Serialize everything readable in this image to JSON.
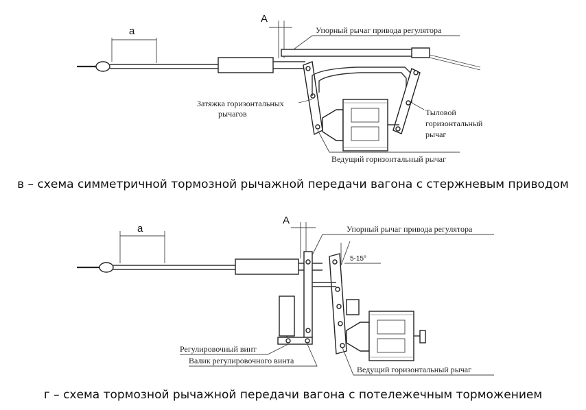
{
  "panel_v": {
    "dim_a": "a",
    "dim_A": "A",
    "label_stop_lever": "Упорный рычаг привода регулятора",
    "label_tie_rod_1": "Затяжка горизонтальных",
    "label_tie_rod_2": "рычагов",
    "label_rear_lever_1": "Тыловой",
    "label_rear_lever_2": "горизонтальный",
    "label_rear_lever_3": "рычаг",
    "label_leading_lever": "Ведущий горизонтальный рычаг",
    "caption": "в – схема симметричной тормозной рычажной передачи вагона с стержневым приводом"
  },
  "panel_g": {
    "dim_a": "a",
    "dim_A": "A",
    "label_angle": "5-15°",
    "label_stop_lever": "Упорный рычаг привода регулятора",
    "label_adj_screw": "Регулировочный винт",
    "label_adj_screw_shaft": "Валик регулировочного винта",
    "label_leading_lever": "Ведущий горизонтальный рычаг",
    "caption": "г – схема тормозной рычажной передачи вагона с потележечным торможением"
  }
}
